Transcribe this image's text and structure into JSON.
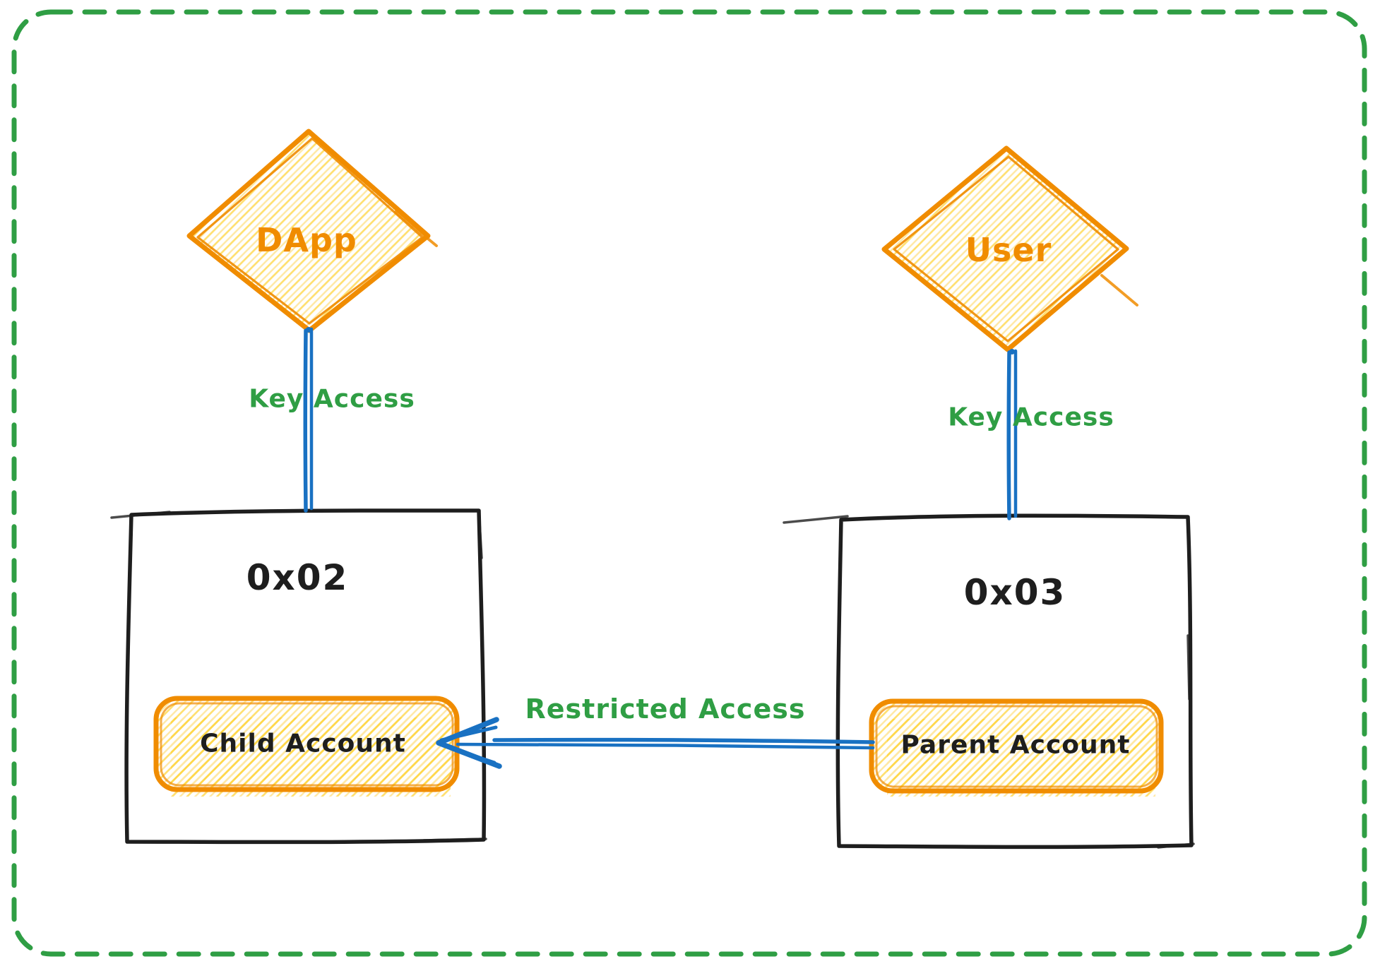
{
  "canvas": {
    "background": "#ffffff"
  },
  "nodes": {
    "dapp": {
      "label": "DApp",
      "shape": "diamond"
    },
    "user": {
      "label": "User",
      "shape": "diamond"
    },
    "account_box_left": {
      "label": "0x02",
      "shape": "rectangle"
    },
    "account_box_right": {
      "label": "0x03",
      "shape": "rectangle"
    },
    "child_account": {
      "label": "Child Account",
      "shape": "rounded-rectangle"
    },
    "parent_account": {
      "label": "Parent Account",
      "shape": "rounded-rectangle"
    }
  },
  "edges": {
    "dapp_key_access": {
      "label": "Key Access",
      "from": "dapp",
      "to": "account_box_left"
    },
    "user_key_access": {
      "label": "Key Access",
      "from": "user",
      "to": "account_box_right"
    },
    "restricted_access": {
      "label": "Restricted Access",
      "from": "parent_account",
      "to": "child_account"
    }
  },
  "colors": {
    "border_green": "#2f9e44",
    "label_green": "#2f9e44",
    "shape_orange": "#f08c00",
    "fill_yellow": "#ffd43b",
    "connector_blue": "#1971c2",
    "ink": "#1e1e1e"
  }
}
